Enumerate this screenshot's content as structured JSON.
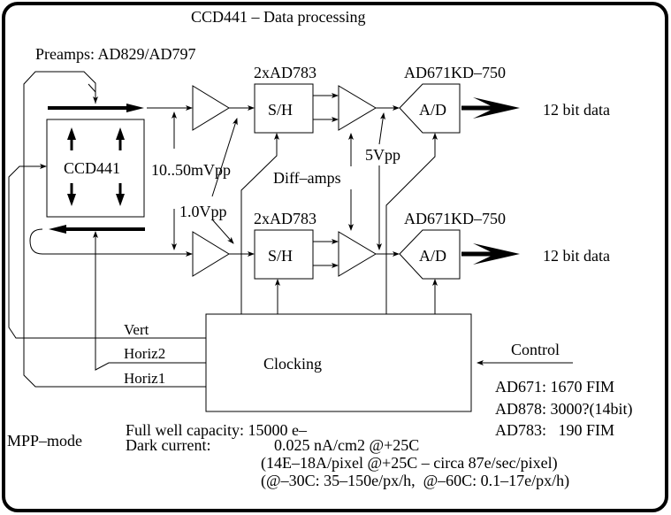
{
  "title": "CCD441 – Data processing",
  "labels": {
    "preamps": "Preamps: AD829/AD797",
    "ccd": "CCD441",
    "sh_chip_top": "2xAD783",
    "sh_chip_bottom": "2xAD783",
    "sh_top": "S/H",
    "sh_bottom": "S/H",
    "adc_chip_top": "AD671KD–750",
    "adc_chip_bottom": "AD671KD–750",
    "adc_top": "A/D",
    "adc_bottom": "A/D",
    "output_top": "12 bit data",
    "output_bottom": "12 bit data",
    "ccd_output_level": "10..50mVpp",
    "preamp_output_level": "1.0Vpp",
    "diff_amps": "Diff–amps",
    "diff_output_level": "5Vpp",
    "clocking": "Clocking",
    "control": "Control",
    "vert": "Vert",
    "horiz2": "Horiz2",
    "horiz1": "Horiz1",
    "mpp_mode": "MPP–mode"
  },
  "adc_specs": [
    "AD671: 1670 FIM",
    "AD878: 3000?(14bit)",
    "AD783:   190 FIM"
  ],
  "ccd_specs": {
    "full_well": "Full well capacity: 15000 e–",
    "dark_current_label": "Dark current:",
    "dark_current_value": "0.025 nA/cm2 @+25C",
    "dark_current_detail_1": "(14E–18A/pixel @+25C – circa 87e/sec/pixel)",
    "dark_current_detail_2": "(@–30C: 35–150e/px/h,  @–60C: 0.1–17e/px/h)"
  }
}
